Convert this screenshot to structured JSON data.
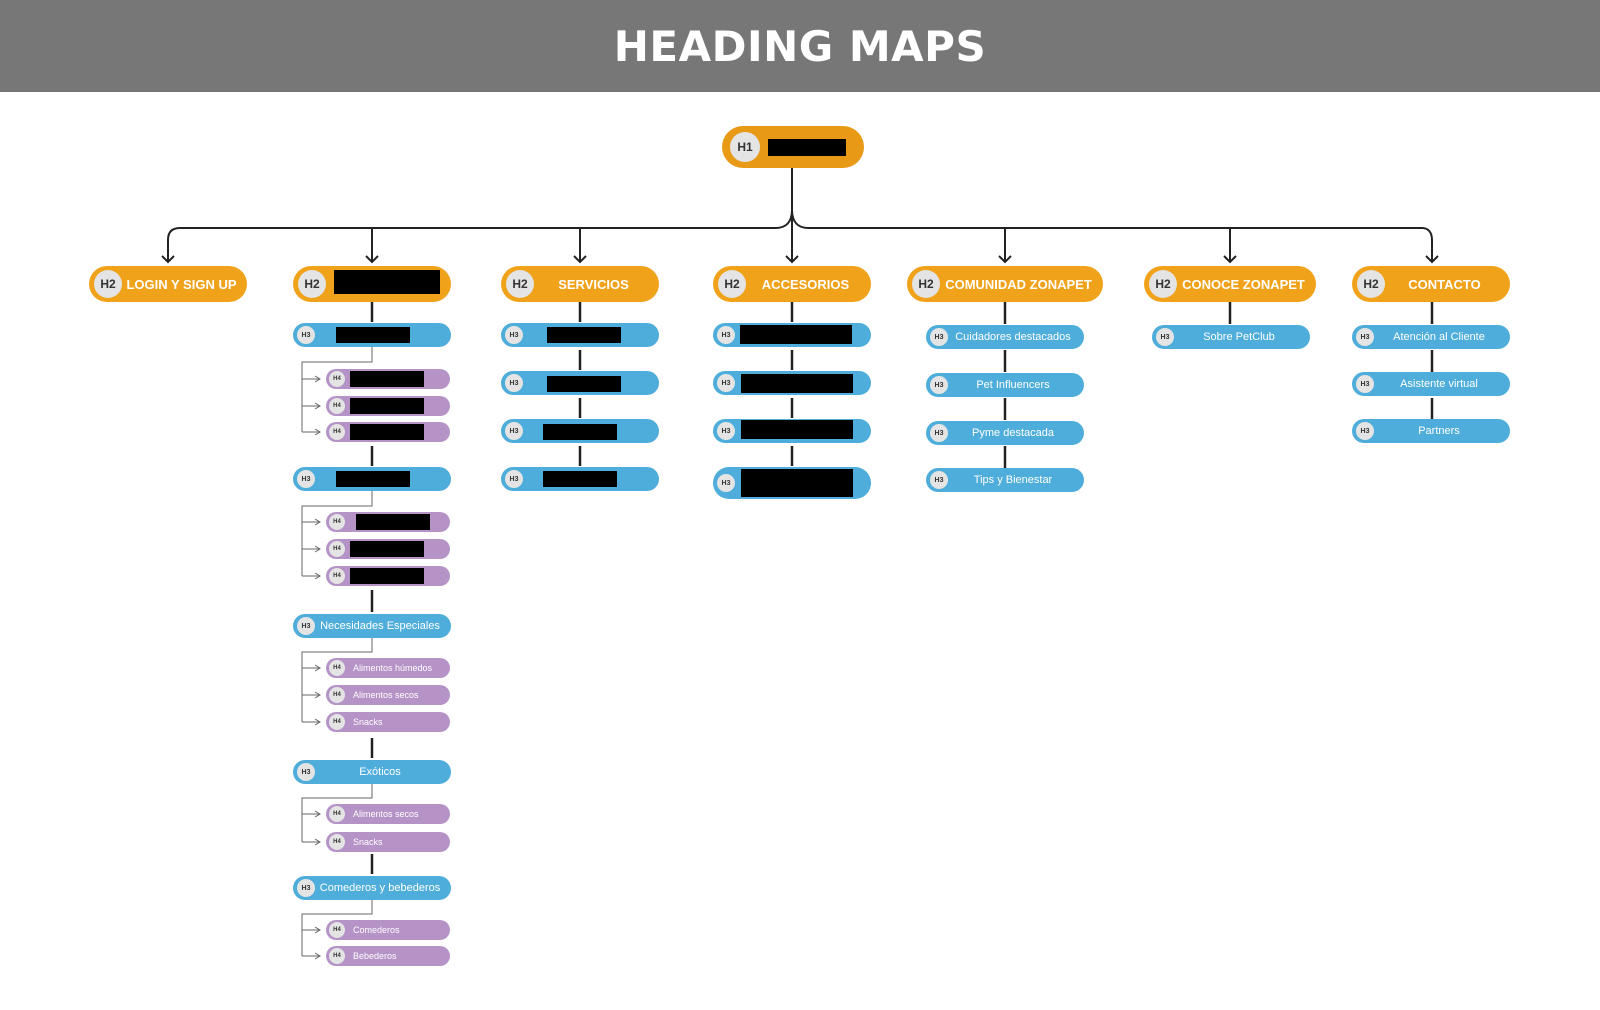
{
  "header": {
    "title": "HEADING MAPS"
  },
  "badges": {
    "h1": "H1",
    "h2": "H2",
    "h3": "H3",
    "h4": "H4"
  },
  "h1": {
    "label": ""
  },
  "col1": {
    "h2": "LOGIN Y SIGN UP"
  },
  "col2": {
    "h2": "",
    "g1": {
      "h3": "",
      "h4": [
        "",
        "",
        ""
      ]
    },
    "g2": {
      "h3": "",
      "h4": [
        "",
        "",
        ""
      ]
    },
    "g3": {
      "h3": "Necesidades Especiales",
      "h4": [
        "Alimentos húmedos",
        "Alimentos secos",
        "Snacks"
      ]
    },
    "g4": {
      "h3": "Exóticos",
      "h4": [
        "Alimentos secos",
        "Snacks"
      ]
    },
    "g5": {
      "h3": "Comederos y bebederos",
      "h4": [
        "Comederos",
        "Bebederos"
      ]
    }
  },
  "col3": {
    "h2": "SERVICIOS",
    "h3": [
      "",
      "",
      "",
      ""
    ]
  },
  "col4": {
    "h2": "ACCESORIOS",
    "h3": [
      "",
      "",
      "",
      ""
    ]
  },
  "col5": {
    "h2": "COMUNIDAD ZONAPET",
    "h3": [
      "Cuidadores destacados",
      "Pet Influencers",
      "Pyme destacada",
      "Tips y Bienestar"
    ]
  },
  "col6": {
    "h2": "CONOCE ZONAPET",
    "h3": [
      "Sobre PetClub"
    ]
  },
  "col7": {
    "h2": "CONTACTO",
    "h3": [
      "Atención al Cliente",
      "Asistente virtual",
      "Partners"
    ]
  }
}
